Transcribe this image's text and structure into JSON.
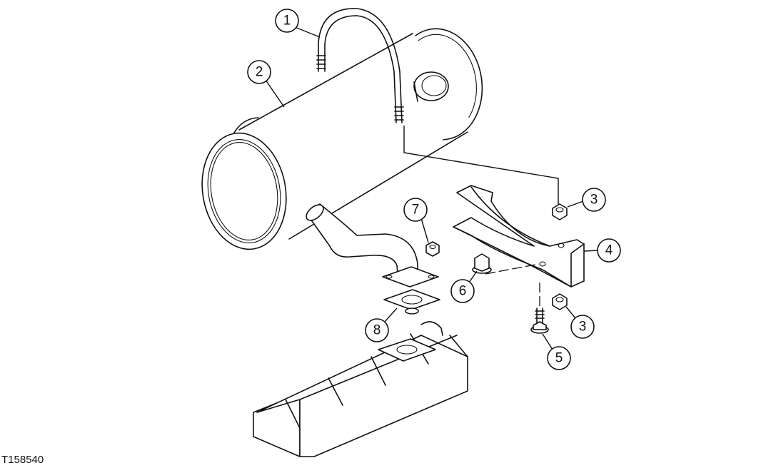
{
  "figure_id": "T158540",
  "callouts": [
    {
      "id": "c1",
      "label": "1"
    },
    {
      "id": "c2",
      "label": "2"
    },
    {
      "id": "c3a",
      "label": "3"
    },
    {
      "id": "c3b",
      "label": "3"
    },
    {
      "id": "c4",
      "label": "4"
    },
    {
      "id": "c5",
      "label": "5"
    },
    {
      "id": "c6",
      "label": "6"
    },
    {
      "id": "c7",
      "label": "7"
    },
    {
      "id": "c8",
      "label": "8"
    }
  ]
}
